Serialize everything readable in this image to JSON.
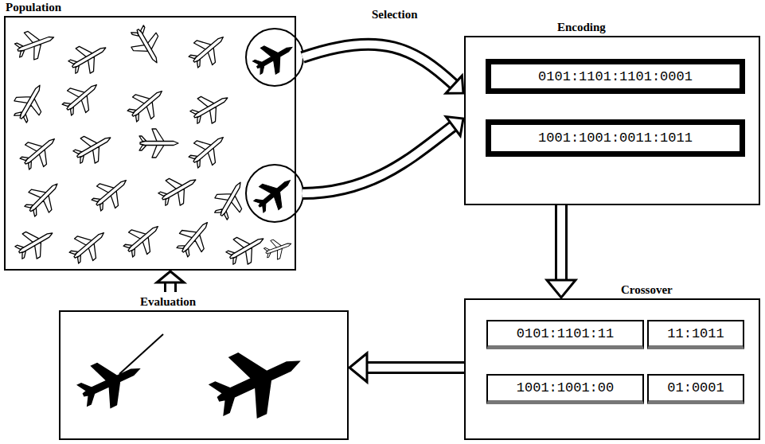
{
  "diagram": {
    "nodes": [
      {
        "text": [
          "Population"
        ]
      },
      {
        "text": [
          "Encoding"
        ]
      },
      {
        "text": [
          "0101:1101:1101:0001"
        ],
        "in": 1
      },
      {
        "text": [
          "1001:1001:0011:1011"
        ],
        "in": 1
      },
      {
        "text": [
          "Crossover"
        ]
      },
      {
        "text": [
          "0101:1101:11"
        ],
        "in": 4
      },
      {
        "text": [
          "11:1011"
        ],
        "in": 4
      },
      {
        "text": [
          "1001:1001:00"
        ],
        "in": 4
      },
      {
        "text": [
          "01:0001"
        ],
        "in": 4
      },
      {
        "text": [
          "Evaluation"
        ]
      }
    ],
    "edges": [
      {
        "from": 0,
        "to": 1,
        "label": "Selection",
        "arrow": "to"
      },
      {
        "from": 0,
        "to": 1,
        "arrow": "to"
      },
      {
        "from": 1,
        "to": 4,
        "arrow": "to"
      },
      {
        "from": 4,
        "to": 9,
        "arrow": "to"
      },
      {
        "from": 9,
        "to": 0,
        "arrow": "to"
      }
    ]
  }
}
